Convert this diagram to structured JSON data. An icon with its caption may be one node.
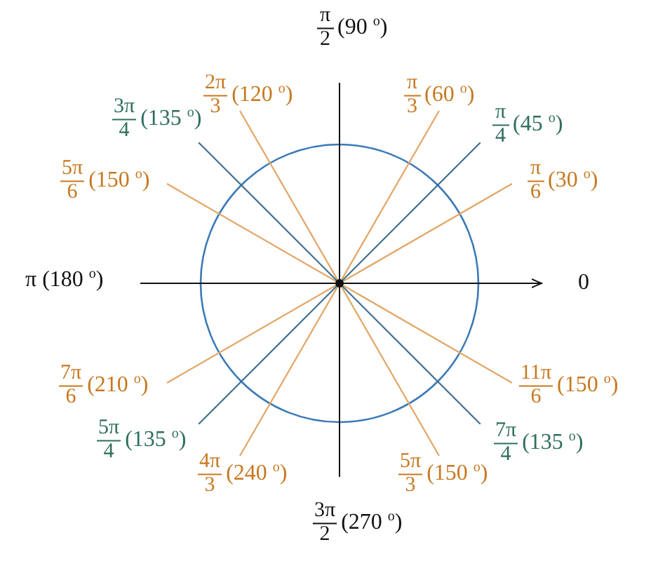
{
  "diagram": {
    "labels": [
      "π",
      "2",
      "(90 $^{o}$)",
      "2π",
      "3",
      "(120 $^{o}$)",
      "π",
      "3",
      "(60 $^{o}$)",
      "3π",
      "4",
      "(135 $^{o}$)",
      "π",
      "4",
      "(45 $^{o}$)",
      "5π",
      "6",
      "(150 $^{o}$)",
      "π",
      "6",
      "(30 $^{o}$)",
      "π (180 $^{o}$)",
      "0",
      "7π",
      "6",
      "(210 $^{o}$)",
      "11π",
      "6",
      "(150 $^{o}$)",
      "5π",
      "4",
      "(135 $^{o}$)",
      "7π",
      "4",
      "(135 $^{o}$)",
      "4π",
      "3",
      "(240 $^{o}$)",
      "5π",
      "3",
      "(150 $^{o}$)",
      "3π",
      "2",
      "(270 $^{o}$)"
    ]
  }
}
